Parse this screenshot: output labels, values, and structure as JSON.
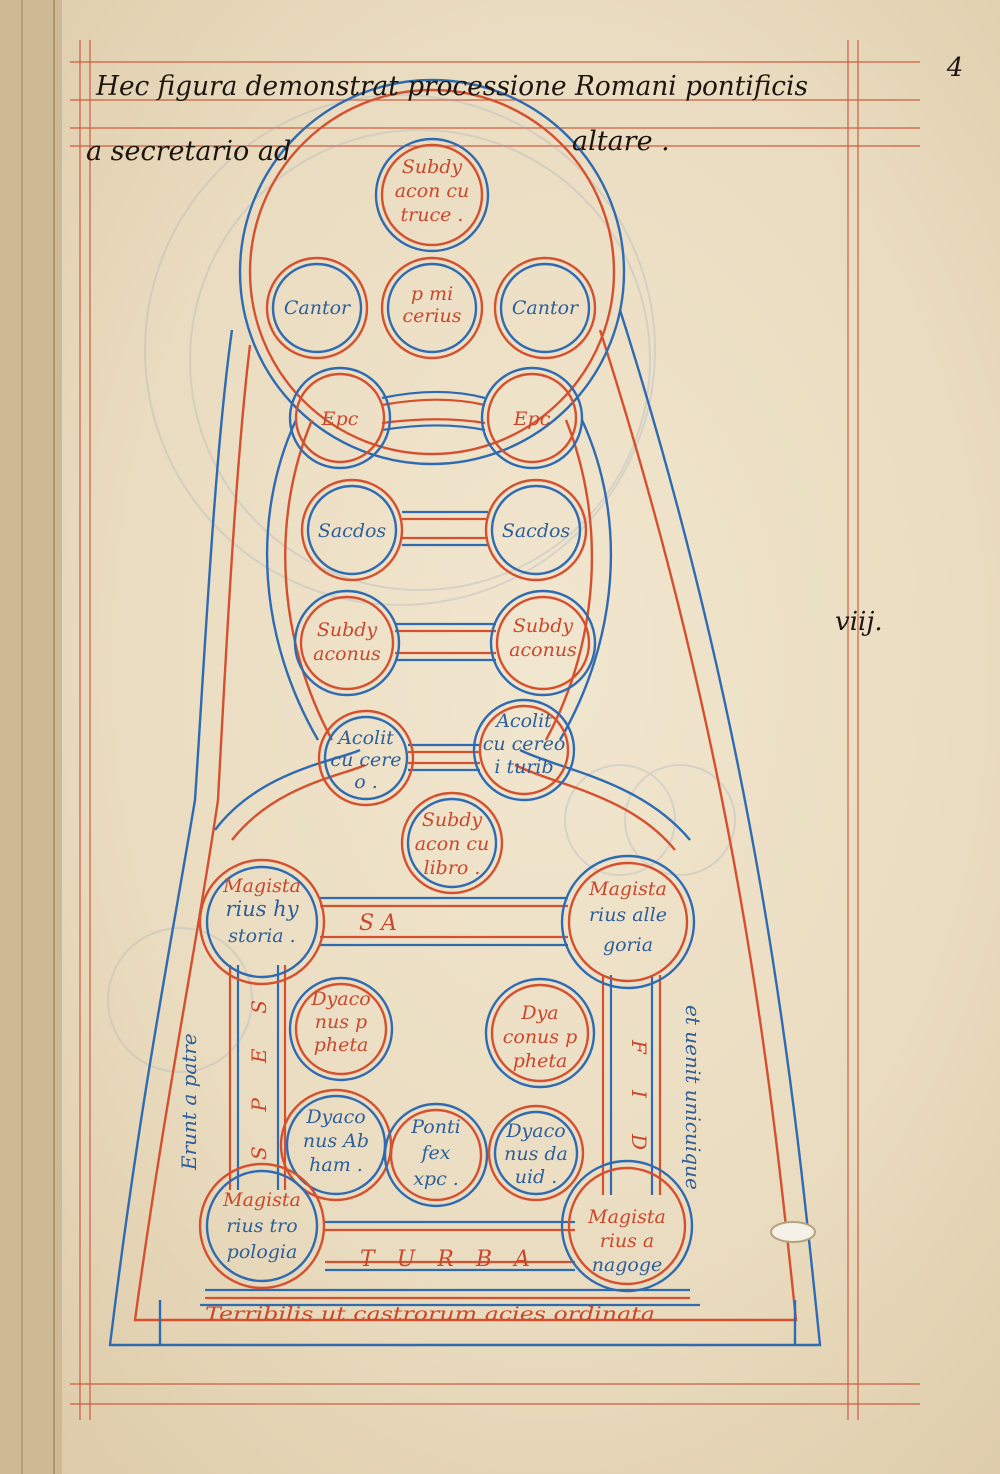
{
  "page_number": "4",
  "side_note": "viij.",
  "title_lines": [
    "Hec figura demonstrat processione Romani pontificis",
    "a secretario ad",
    "altare ."
  ],
  "circles": {
    "top_subdiaconus": [
      "Subdy",
      "acon cu",
      "truce ."
    ],
    "cantor_left": [
      "Cantor"
    ],
    "primicerius": [
      "p mi",
      "cerius"
    ],
    "cantor_right": [
      "Cantor"
    ],
    "epi_left": [
      "Epc"
    ],
    "epi_right": [
      "Epc"
    ],
    "sacerdos_left": [
      "Sacdos"
    ],
    "sacerdos_right": [
      "Sacdos"
    ],
    "subdiaconus_left": [
      "Subdy",
      "aconus"
    ],
    "subdiaconus_right": [
      "Subdy",
      "aconus"
    ],
    "acolitus_left": [
      "Acolit",
      "cu cere",
      "o ."
    ],
    "acolitus_right": [
      "Acolit",
      "cu cereo",
      "i turib"
    ],
    "subdiaconus_libro": [
      "Subdy",
      "acon cu",
      "libro ."
    ],
    "magister_historia": [
      "Magista",
      "rius hy",
      "storia ."
    ],
    "magister_allegoria": [
      "Magista",
      "rius alle",
      "goria"
    ],
    "diaconus_propheta_left": [
      "Dyaco",
      "nus p",
      "pheta"
    ],
    "diaconus_propheta_right": [
      "Dya",
      "conus p",
      "pheta"
    ],
    "diaconus_abraham": [
      "Dyaco",
      "nus Ab",
      "ham ."
    ],
    "pontifex": [
      "Ponti",
      "fex",
      "xpc ."
    ],
    "diaconus_david": [
      "Dyaco",
      "nus da",
      "uid ."
    ],
    "magister_tropologia": [
      "Magista",
      "rius tro",
      "pologia"
    ],
    "magister_anagoge": [
      "Magista",
      "rius a",
      "nagoge"
    ]
  },
  "labels": {
    "sa": "S A",
    "left_vertical": "Erunt a patre",
    "left_inner_vertical": "S P E S",
    "right_vertical": "et uenit unicuique",
    "right_inner_vertical": "F I D",
    "bottom_letters": "T U R B A",
    "bottom_caption": "Terribilis ut castrorum acies ordinata"
  }
}
